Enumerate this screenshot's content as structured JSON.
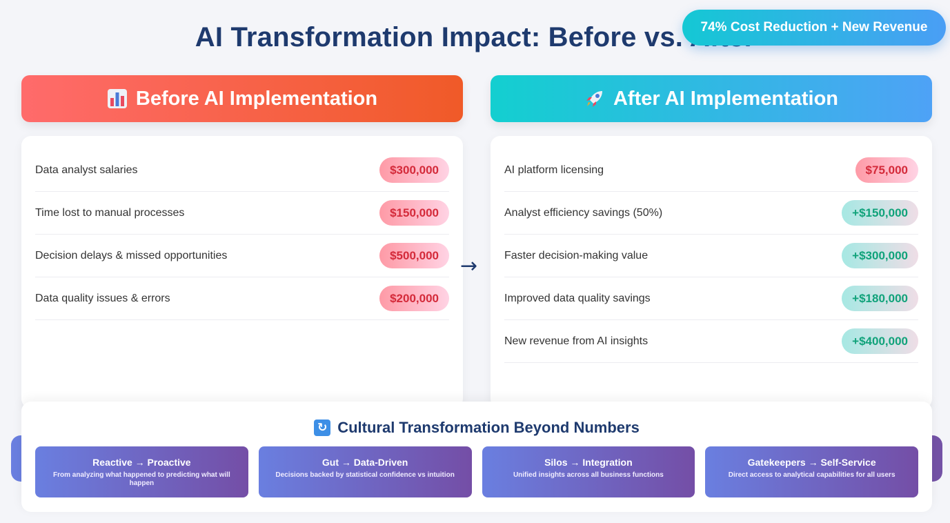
{
  "title": "AI Transformation Impact: Before vs. After",
  "badge": "74% Cost Reduction + New Revenue",
  "before": {
    "header": "Before AI Implementation",
    "icon": "bar-chart-icon",
    "items": [
      {
        "label": "Data analyst salaries",
        "value": "$300,000"
      },
      {
        "label": "Time lost to manual processes",
        "value": "$150,000"
      },
      {
        "label": "Decision delays & missed opportunities",
        "value": "$500,000"
      },
      {
        "label": "Data quality issues & errors",
        "value": "$200,000"
      }
    ]
  },
  "after": {
    "header": "After AI Implementation",
    "icon": "rocket-icon",
    "items": [
      {
        "label": "AI platform licensing",
        "value": "$75,000",
        "kind": "cost"
      },
      {
        "label": "Analyst efficiency savings (50%)",
        "value": "+$150,000",
        "kind": "gain"
      },
      {
        "label": "Faster decision-making value",
        "value": "+$300,000",
        "kind": "gain"
      },
      {
        "label": "Improved data quality savings",
        "value": "+$180,000",
        "kind": "gain"
      },
      {
        "label": "New revenue from AI insights",
        "value": "+$400,000",
        "kind": "gain"
      }
    ]
  },
  "arrow": "→",
  "culture": {
    "title": "Cultural Transformation Beyond Numbers",
    "icon": "refresh-icon",
    "tiles": [
      {
        "title": "Reactive → Proactive",
        "desc": "From analyzing what happened to predicting what will happen"
      },
      {
        "title": "Gut → Data-Driven",
        "desc": "Decisions backed by statistical confidence vs intuition"
      },
      {
        "title": "Silos → Integration",
        "desc": "Unified insights across all business functions"
      },
      {
        "title": "Gatekeepers → Self-Service",
        "desc": "Direct access to analytical capabilities for all users"
      }
    ]
  },
  "colors": {
    "title": "#1e3a6e",
    "cost_text": "#d42a3a",
    "gain_text": "#10a27a",
    "before_header": "#f05a28",
    "after_header": "#4ea2f6",
    "tile": "#744ea6"
  }
}
